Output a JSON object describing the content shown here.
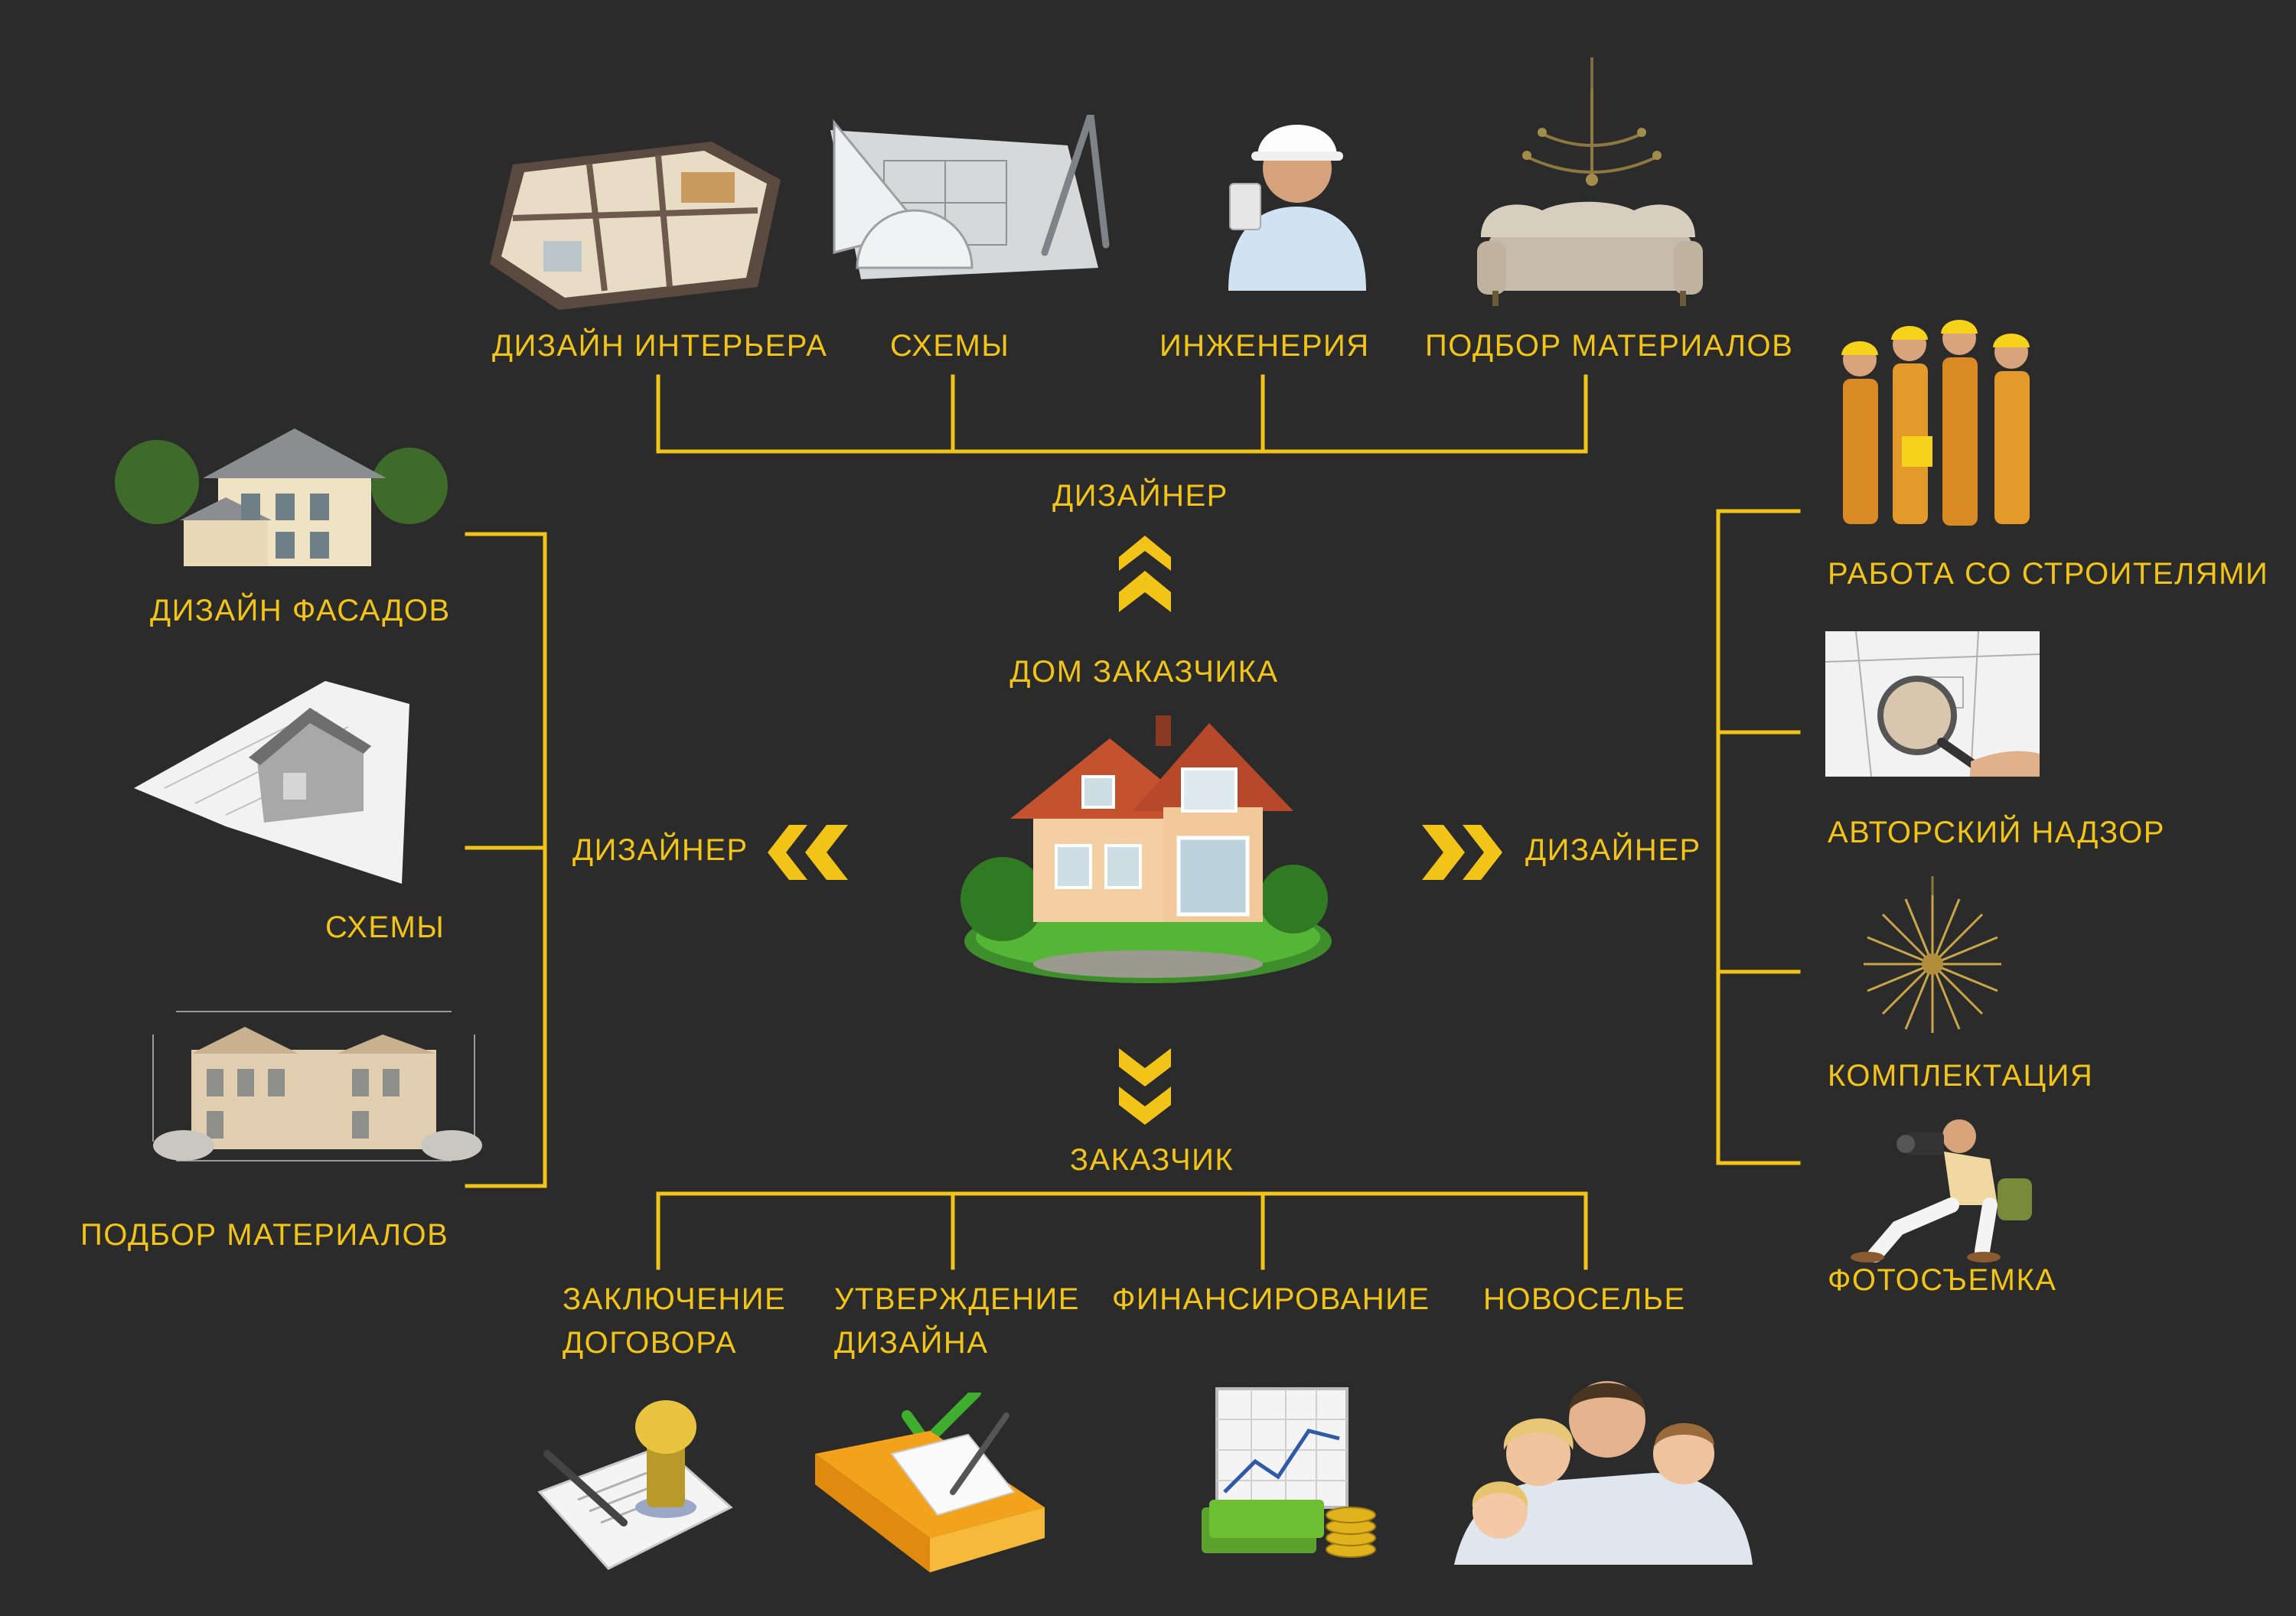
{
  "colors": {
    "accent": "#f2c417",
    "background": "#2b2b2b"
  },
  "center": {
    "title": "ДОМ ЗАКАЗЧИКА",
    "icon": "house-icon"
  },
  "top": {
    "hub_label": "ДИЗАЙНЕР",
    "items": [
      {
        "label": "ДИЗАЙН ИНТЕРЬЕРА",
        "icon": "floor-plan-3d-icon"
      },
      {
        "label": "СХЕМЫ",
        "icon": "drafting-tools-icon"
      },
      {
        "label": "ИНЖЕНЕРИЯ",
        "icon": "engineer-icon"
      },
      {
        "label": "ПОДБОР МАТЕРИАЛОВ",
        "icon": "sofa-chandelier-icon"
      }
    ]
  },
  "left": {
    "hub_label": "ДИЗАЙНЕР",
    "items": [
      {
        "label": "ДИЗАЙН ФАСАДОВ",
        "icon": "villa-facade-icon"
      },
      {
        "label": "СХЕМЫ",
        "icon": "blueprint-house-icon"
      },
      {
        "label": "ПОДБОР МАТЕРИАЛОВ",
        "icon": "annotated-facade-icon"
      }
    ]
  },
  "right": {
    "hub_label": "ДИЗАЙНЕР",
    "items": [
      {
        "label": "РАБОТА СО СТРОИТЕЛЯМИ",
        "icon": "builders-icon"
      },
      {
        "label": "АВТОРСКИЙ НАДЗОР",
        "icon": "magnifier-sketch-icon"
      },
      {
        "label": "КОМПЛЕКТАЦИЯ",
        "icon": "starburst-lamp-icon"
      },
      {
        "label": "ФОТОСЪЕМКА",
        "icon": "photographer-icon"
      }
    ]
  },
  "bottom": {
    "hub_label": "ЗАКАЗЧИК",
    "items": [
      {
        "label_line1": "ЗАКЛЮЧЕНИЕ",
        "label_line2": "ДОГОВОРА",
        "icon": "contract-stamp-icon"
      },
      {
        "label_line1": "УТВЕРЖДЕНИЕ",
        "label_line2": "ДИЗАЙНА",
        "icon": "approved-folder-icon"
      },
      {
        "label_line1": "ФИНАНСИРОВАНИЕ",
        "label_line2": "",
        "icon": "finance-chart-icon"
      },
      {
        "label_line1": "НОВОСЕЛЬЕ",
        "label_line2": "",
        "icon": "family-icon"
      }
    ]
  }
}
